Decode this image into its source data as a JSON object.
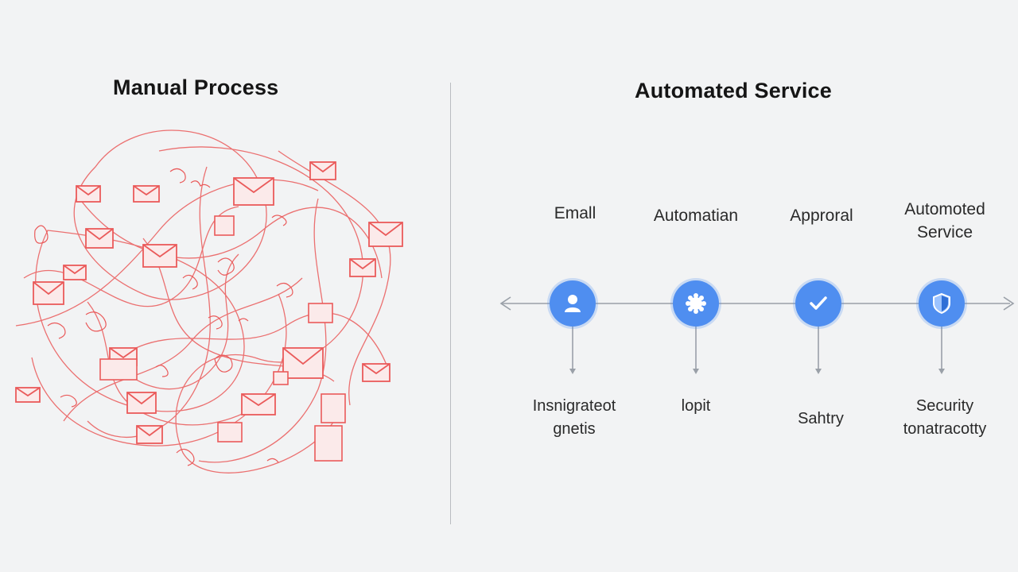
{
  "left_panel": {
    "title": "Manual Process"
  },
  "right_panel": {
    "title": "Automated Service",
    "steps": [
      {
        "label": "Emall",
        "icon": "user-icon",
        "sub_label": "Insnigrateot\ngnetis"
      },
      {
        "label": "Automatian",
        "icon": "gear-icon",
        "sub_label": "lopit"
      },
      {
        "label": "Approral",
        "icon": "check-icon",
        "sub_label": "Sahtry"
      },
      {
        "label": "Automoted\nService",
        "icon": "shield-icon",
        "sub_label": "Security\ntonatracotty"
      }
    ]
  },
  "colors": {
    "chaos": "#ea5a5a",
    "node": "#4f8ef0",
    "line": "#9aa0a8",
    "background": "#f2f3f4"
  }
}
